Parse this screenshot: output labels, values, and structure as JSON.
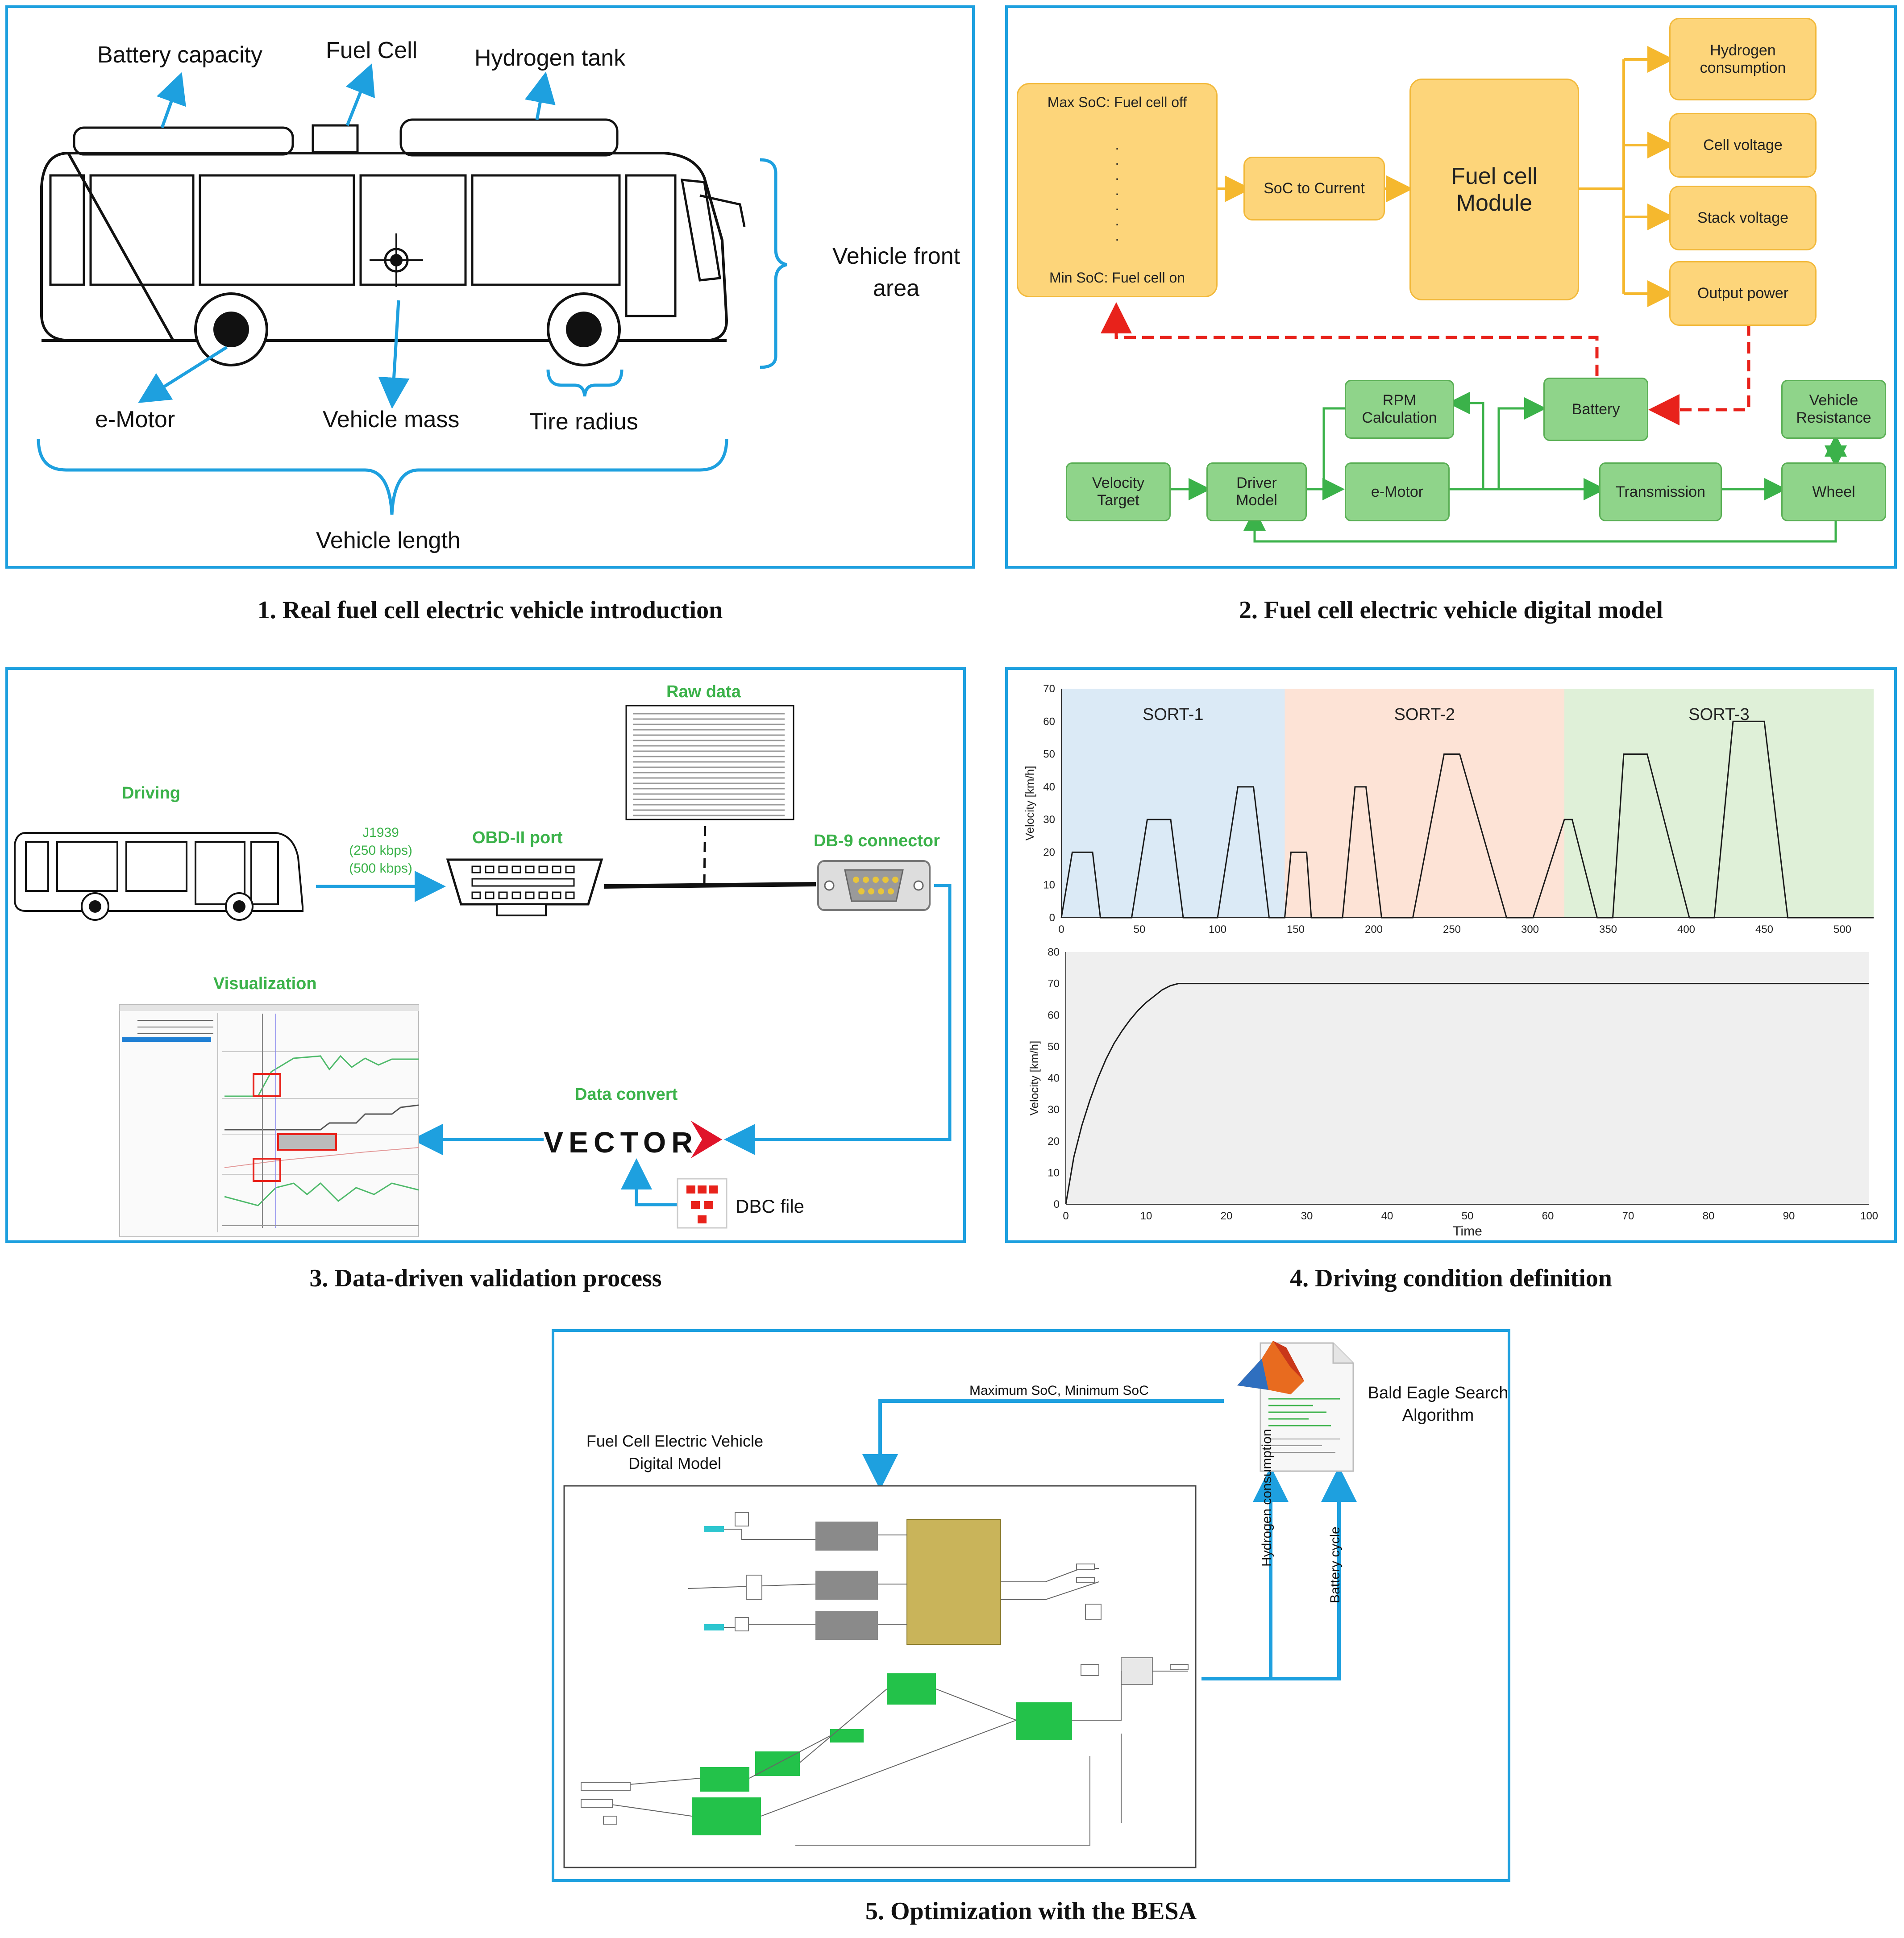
{
  "captions": {
    "p1": "1. Real fuel cell electric vehicle introduction",
    "p2": "2. Fuel cell electric vehicle digital model",
    "p3": "3. Data-driven validation process",
    "p4": "4. Driving condition definition",
    "p5": "5. Optimization with the BESA"
  },
  "panel1": {
    "battery_capacity": "Battery capacity",
    "fuel_cell": "Fuel Cell",
    "hydrogen_tank": "Hydrogen tank",
    "front_area_1": "Vehicle front",
    "front_area_2": "area",
    "e_motor": "e-Motor",
    "vehicle_mass": "Vehicle mass",
    "tire_radius": "Tire radius",
    "vehicle_length": "Vehicle length"
  },
  "panel2": {
    "soc_max": "Max SoC: Fuel cell off",
    "soc_min": "Min SoC: Fuel cell on",
    "soc_dot": ".",
    "soc_to_current": "SoC to Current",
    "fuel_cell_module_1": "Fuel cell",
    "fuel_cell_module_2": "Module",
    "hydrogen_consumption_1": "Hydrogen",
    "hydrogen_consumption_2": "consumption",
    "cell_voltage": "Cell voltage",
    "stack_voltage": "Stack voltage",
    "output_power": "Output power",
    "rpm_1": "RPM",
    "rpm_2": "Calculation",
    "battery": "Battery",
    "vehicle_resistance_1": "Vehicle",
    "vehicle_resistance_2": "Resistance",
    "velocity_target_1": "Velocity",
    "velocity_target_2": "Target",
    "driver_model_1": "Driver",
    "driver_model_2": "Model",
    "e_motor": "e-Motor",
    "transmission": "Transmission",
    "wheel": "Wheel"
  },
  "panel3": {
    "driving": "Driving",
    "j1939": "J1939",
    "rate1": "(250 kbps)",
    "rate2": "(500 kbps)",
    "obd": "OBD-II port",
    "raw_data": "Raw data",
    "db9": "DB-9 connector",
    "visualization": "Visualization",
    "data_convert": "Data convert",
    "vector": "VECTOR",
    "dbc_file": "DBC file"
  },
  "panel5": {
    "max_min_soc": "Maximum SoC, Minimum SoC",
    "besa_1": "Bald Eagle Search",
    "besa_2": "Algorithm",
    "model_1": "Fuel Cell Electric Vehicle",
    "model_2": "Digital Model",
    "hydrogen_consumption": "Hydrogen consumption",
    "battery_cycle": "Battery cycle"
  },
  "colors": {
    "panel_border": "#1ea0df",
    "orange_fill": "#fdd57a",
    "green_fill": "#8fd48a",
    "green_line": "#3bb24a",
    "red_dash": "#e8221b",
    "sort1": "#dbeaf6",
    "sort2": "#fde3d6",
    "sort3": "#dff0d8"
  },
  "chart_data": [
    {
      "type": "line",
      "title": "",
      "xlabel": "",
      "ylabel": "Velocity [km/h]",
      "xlim": [
        0,
        520
      ],
      "ylim": [
        0,
        70
      ],
      "x_ticks": [
        "0",
        "50",
        "100",
        "150",
        "200",
        "250",
        "300",
        "350",
        "400",
        "450",
        "500"
      ],
      "y_ticks": [
        "0",
        "10",
        "20",
        "30",
        "40",
        "50",
        "60",
        "70"
      ],
      "regions": [
        {
          "label": "SORT-1",
          "x": [
            0,
            143
          ]
        },
        {
          "label": "SORT-2",
          "x": [
            143,
            322
          ]
        },
        {
          "label": "SORT-3",
          "x": [
            322,
            520
          ]
        }
      ],
      "series": [
        {
          "x": [
            0,
            7,
            20,
            25,
            45,
            55,
            70,
            78,
            100,
            113,
            123,
            133,
            143,
            147,
            157,
            160,
            180,
            188,
            195,
            205,
            225,
            245,
            255,
            285,
            302,
            322,
            327,
            343,
            353,
            360,
            375,
            402,
            418,
            430,
            450,
            465,
            490,
            510,
            520
          ],
          "y": [
            0,
            20,
            20,
            0,
            0,
            30,
            30,
            0,
            0,
            40,
            40,
            0,
            0,
            20,
            20,
            0,
            0,
            40,
            40,
            0,
            0,
            50,
            50,
            0,
            0,
            30,
            30,
            0,
            0,
            50,
            50,
            0,
            0,
            60,
            60,
            0,
            0,
            0,
            0
          ]
        }
      ]
    },
    {
      "type": "line",
      "title": "",
      "xlabel": "Time",
      "ylabel": "Velocity [km/h]",
      "xlim": [
        0,
        100
      ],
      "ylim": [
        0,
        80
      ],
      "x_ticks": [
        "0",
        "10",
        "20",
        "30",
        "40",
        "50",
        "60",
        "70",
        "80",
        "90",
        "100"
      ],
      "y_ticks": [
        "0",
        "10",
        "20",
        "30",
        "40",
        "50",
        "60",
        "70",
        "80"
      ],
      "series": [
        {
          "x": [
            0,
            1,
            2,
            3,
            4,
            5,
            6,
            7,
            8,
            9,
            10,
            11,
            12,
            13,
            14,
            15,
            100
          ],
          "y": [
            0,
            15,
            25,
            33,
            40,
            46,
            51,
            55,
            58.5,
            61.5,
            64,
            66,
            68,
            69.3,
            70,
            70,
            70
          ]
        }
      ]
    }
  ]
}
